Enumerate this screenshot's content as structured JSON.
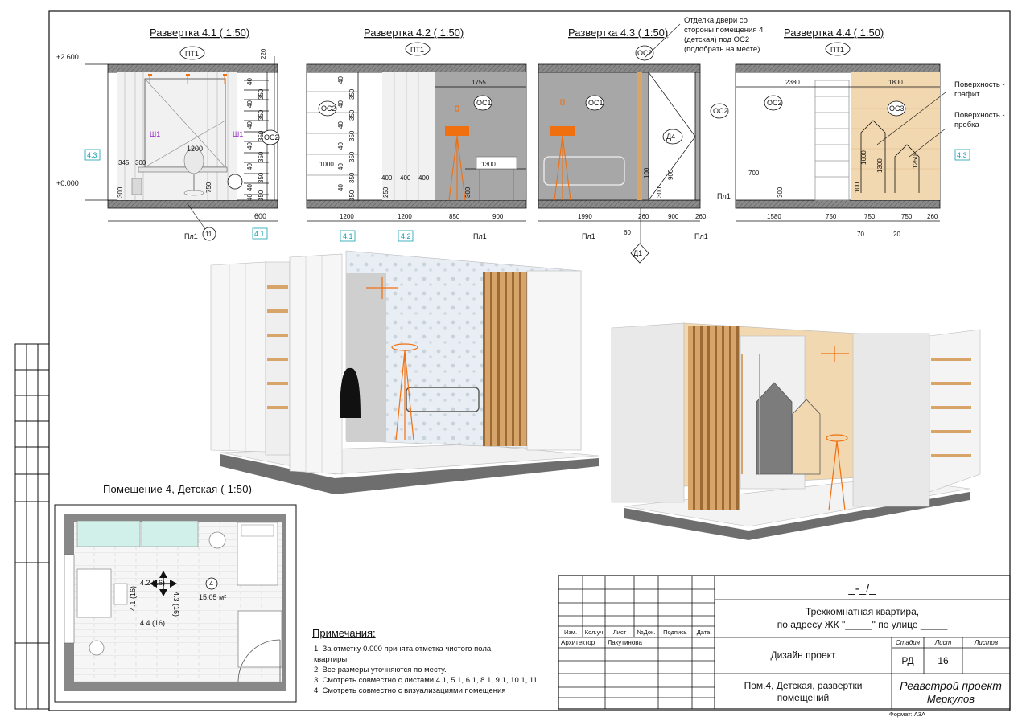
{
  "elevations": {
    "e41": {
      "title": "Развертка 4.1 ( 1:50)",
      "ceiling_tag": "ПТ1",
      "wall_tag": "ОС2",
      "floor_tag": "Пл1",
      "level_top": "+2.600",
      "level_zero": "+0.000",
      "width": "1200",
      "side": "600",
      "ref_left": "4.3",
      "ref_bottom": "4.1",
      "curtain_tag_left": "Ш1",
      "curtain_tag_right": "Ш1",
      "circle_tag": "11",
      "dims": [
        "220",
        "40",
        "350",
        "40",
        "350",
        "40",
        "350",
        "40",
        "350",
        "40",
        "350",
        "40",
        "350",
        "40",
        "345",
        "300",
        "750",
        "300"
      ]
    },
    "e42": {
      "title": "Развертка 4.2 ( 1:50)",
      "ceiling_tag": "ПТ1",
      "wall_tag_left": "ОС2",
      "wall_tag_right": "ОС1",
      "floor_tag": "Пл1",
      "d1755": "1755",
      "d1300": "1300",
      "d1000": "1000",
      "d400a": "400",
      "d400b": "400",
      "d400c": "400",
      "d250": "250",
      "d300": "300",
      "bottom": [
        "1200",
        "1200",
        "850",
        "900"
      ],
      "ref_a": "4.1",
      "ref_b": "4.2",
      "shelf_dims": [
        "40",
        "350",
        "40",
        "350",
        "40",
        "350",
        "40",
        "350",
        "40",
        "350",
        "40",
        "350"
      ]
    },
    "e43": {
      "title": "Развертка 4.3 ( 1:50)",
      "note": "Отделка двери со стороны помещения 4 (детская) под ОС2 (подобрать на месте)",
      "tag_os1": "ОС1",
      "tag_os2": "ОС2",
      "tag_os2_right": "ОС2",
      "door_tag": "Д4",
      "door_tag_bottom": "Д1",
      "floor_tag_a": "Пл1",
      "floor_tag_b": "Пл1",
      "bottom": [
        "1990",
        "260",
        "900",
        "260"
      ],
      "d60": "60",
      "d900": "900",
      "d300": "300",
      "d100": "100"
    },
    "e44": {
      "title": "Развертка 4.4 ( 1:50)",
      "ceiling_tag": "ПТ1",
      "tag_os2": "ОС2",
      "tag_os3": "ОС3",
      "floor_tag": "Пл1",
      "d2380": "2380",
      "d1800": "1800",
      "d700": "700",
      "d300": "300",
      "d1600": "1600",
      "d1300": "1300",
      "d1250": "1250",
      "d100": "100",
      "bottom": [
        "1580",
        "750",
        "750",
        "750",
        "260"
      ],
      "d70": "70",
      "d20": "20",
      "label_graphite": "Поверхность - графит",
      "label_cork": "Поверхность - пробка",
      "ref": "4.3"
    }
  },
  "plan": {
    "title": "Помещение 4, Детская ( 1:50)",
    "room_no": "4",
    "area": "15.05 м²",
    "markers": {
      "top": "4.2 (16)",
      "left": "4.1 (16)",
      "right": "4.3 (16)",
      "bottom": "4.4 (16)"
    }
  },
  "notes": {
    "title": "Примечания:",
    "items": [
      "1.  За отметку 0.000 принята отметка чистого пола",
      "     квартиры.",
      "2.  Все размеры уточняются по месту.",
      "3.  Смотреть совместно с листами 4.1, 5.1, 6.1, 8.1, 9.1, 10.1, 11",
      "4.  Смотреть совместно с визуализациями помещения"
    ]
  },
  "stamp": {
    "code": "_-_/_",
    "project": "Трехкомнатная квартира,",
    "address": "по адресу ЖК \"_____\" по улице _____",
    "stage_design": "Дизайн проект",
    "h_stage": "Стадия",
    "h_sheet": "Лист",
    "h_sheets": "Листов",
    "stage": "РД",
    "sheet": "16",
    "sheet_name_1": "Пом.4, Детская, развертки",
    "sheet_name_2": "помещений",
    "company_1": "Реавстрой проект",
    "company_2": "Меркулов",
    "format": "Формат: А3А",
    "cols": [
      "Изм.",
      "Кол.уч",
      "Лист",
      "№Док.",
      "Подпись",
      "Дата"
    ],
    "role": "Архитектор",
    "person": "Лакутинова"
  },
  "colors": {
    "line": "#111111",
    "orange": "#f07010",
    "accent": "#14a0b0",
    "gray_wall": "#a7a7a7",
    "cork": "#f2d8b0",
    "floor": "#6e6e6e"
  }
}
